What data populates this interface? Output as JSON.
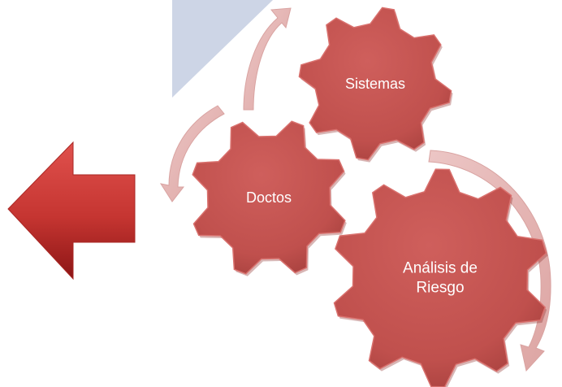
{
  "gears": [
    {
      "id": "sistemas",
      "label": "Sistemas"
    },
    {
      "id": "doctos",
      "label": "Doctos"
    },
    {
      "id": "analisis",
      "label_lines": [
        "Análisis de",
        "Riesgo"
      ]
    }
  ],
  "colors": {
    "gear_fill": "#c0504d",
    "gear_highlight": "#d9716e",
    "gear_shadow": "#8f2f2c",
    "cycle_arrow": "#e7b9b8",
    "back_arrow_light": "#d8433f",
    "back_arrow_dark": "#8c1515",
    "background_shape": "#cdd5e6"
  },
  "icons": {
    "back_arrow": "left-arrow-icon",
    "cycle_arrows": "curved-arrow-icon"
  }
}
